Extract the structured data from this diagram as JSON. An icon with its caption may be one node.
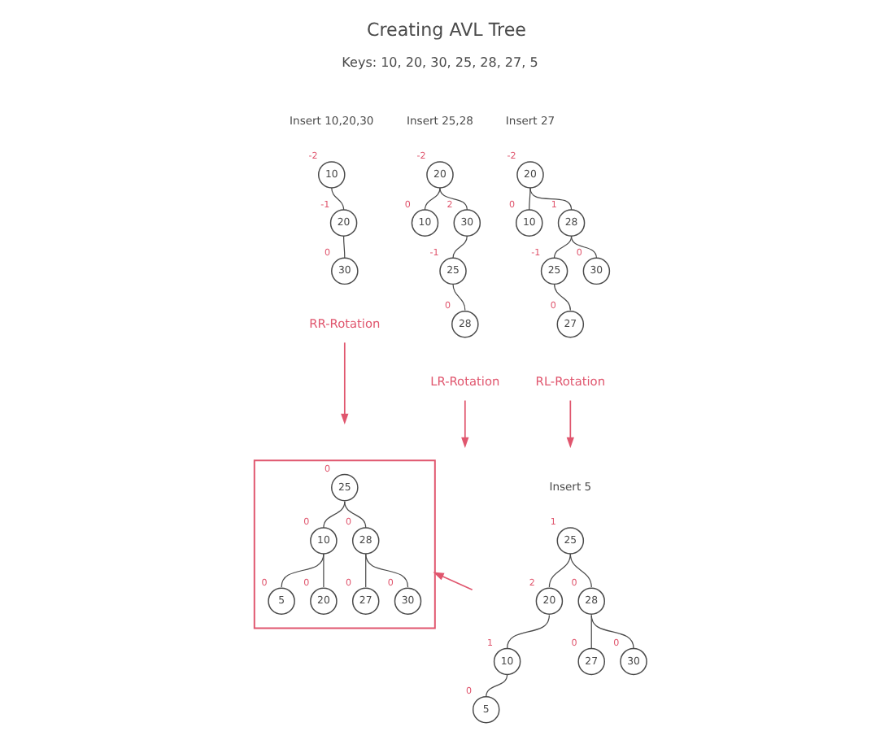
{
  "diagram": {
    "title": "Creating AVL Tree",
    "nodes": [
      {
        "text": [
          "10"
        ],
        "beside": [
          "-2"
        ]
      },
      {
        "text": [
          "20"
        ],
        "beside": [
          "-1"
        ]
      },
      {
        "text": [
          "30"
        ],
        "beside": [
          "0"
        ]
      },
      {
        "text": [
          "20"
        ],
        "beside": [
          "-2"
        ]
      },
      {
        "text": [
          "10"
        ],
        "beside": [
          "0"
        ]
      },
      {
        "text": [
          "30"
        ],
        "beside": [
          "2"
        ]
      },
      {
        "text": [
          "25"
        ],
        "beside": [
          "-1"
        ]
      },
      {
        "text": [
          "28"
        ],
        "beside": [
          "0"
        ]
      },
      {
        "text": [
          "20"
        ],
        "beside": [
          "-2"
        ]
      },
      {
        "text": [
          "10"
        ],
        "beside": [
          "0"
        ]
      },
      {
        "text": [
          "28"
        ],
        "beside": [
          "1"
        ]
      },
      {
        "text": [
          "25"
        ],
        "beside": [
          "-1"
        ]
      },
      {
        "text": [
          "30"
        ],
        "beside": [
          "0"
        ]
      },
      {
        "text": [
          "27"
        ],
        "beside": [
          "0"
        ]
      },
      {
        "text": [
          "RR-Rotation"
        ]
      },
      {
        "text": [
          "LR-Rotation"
        ]
      },
      {
        "text": [
          "RL-Rotation"
        ]
      },
      {
        "text": [],
        "shape": "box"
      },
      {
        "text": [
          "25"
        ],
        "in": 17,
        "beside": [
          "0"
        ]
      },
      {
        "text": [
          "10"
        ],
        "in": 17,
        "beside": [
          "0"
        ]
      },
      {
        "text": [
          "28"
        ],
        "in": 17,
        "beside": [
          "0"
        ]
      },
      {
        "text": [
          "5"
        ],
        "in": 17,
        "beside": [
          "0"
        ]
      },
      {
        "text": [
          "20"
        ],
        "in": 17,
        "beside": [
          "0"
        ]
      },
      {
        "text": [
          "27"
        ],
        "in": 17,
        "beside": [
          "0"
        ]
      },
      {
        "text": [
          "30"
        ],
        "in": 17,
        "beside": [
          "0"
        ]
      },
      {
        "text": [
          "25"
        ],
        "beside": [
          "1"
        ]
      },
      {
        "text": [
          "20"
        ],
        "beside": [
          "2"
        ]
      },
      {
        "text": [
          "28"
        ],
        "beside": [
          "0"
        ]
      },
      {
        "text": [
          "10"
        ],
        "beside": [
          "1"
        ]
      },
      {
        "text": [
          "27"
        ],
        "beside": [
          "0"
        ]
      },
      {
        "text": [
          "30"
        ],
        "beside": [
          "0"
        ]
      },
      {
        "text": [
          "5"
        ],
        "beside": [
          "0"
        ]
      }
    ],
    "edges": [
      {
        "from": 0,
        "to": 1,
        "arrow": "none"
      },
      {
        "from": 1,
        "to": 2,
        "arrow": "none"
      },
      {
        "from": 3,
        "to": 4,
        "arrow": "none"
      },
      {
        "from": 3,
        "to": 5,
        "arrow": "none"
      },
      {
        "from": 5,
        "to": 6,
        "arrow": "none"
      },
      {
        "from": 6,
        "to": 7,
        "arrow": "none"
      },
      {
        "from": 8,
        "to": 9,
        "arrow": "none"
      },
      {
        "from": 8,
        "to": 10,
        "arrow": "none"
      },
      {
        "from": 10,
        "to": 11,
        "arrow": "none"
      },
      {
        "from": 10,
        "to": 12,
        "arrow": "none"
      },
      {
        "from": 11,
        "to": 13,
        "arrow": "none"
      },
      {
        "from": 14,
        "to": null,
        "arrow": "to",
        "color": "#e0566e"
      },
      {
        "from": 15,
        "to": null,
        "arrow": "to",
        "color": "#e0566e"
      },
      {
        "from": 16,
        "to": null,
        "arrow": "to",
        "color": "#e0566e"
      },
      {
        "from": 18,
        "to": 19,
        "arrow": "none"
      },
      {
        "from": 18,
        "to": 20,
        "arrow": "none"
      },
      {
        "from": 19,
        "to": 21,
        "arrow": "none"
      },
      {
        "from": 19,
        "to": 22,
        "arrow": "none"
      },
      {
        "from": 20,
        "to": 23,
        "arrow": "none"
      },
      {
        "from": 20,
        "to": 24,
        "arrow": "none"
      },
      {
        "from": 25,
        "to": 26,
        "arrow": "none"
      },
      {
        "from": 25,
        "to": 27,
        "arrow": "none"
      },
      {
        "from": 26,
        "to": 28,
        "arrow": "none"
      },
      {
        "from": 28,
        "to": 31,
        "arrow": "none"
      },
      {
        "from": 27,
        "to": 29,
        "arrow": "none"
      },
      {
        "from": 27,
        "to": 30,
        "arrow": "none"
      },
      {
        "from": null,
        "to": 17,
        "arrow": "to",
        "color": "#e0566e"
      }
    ],
    "labels": [
      "Keys: 10, 20, 30, 25, 28, 27, 5",
      "Insert 10,20,30",
      "Insert 25,28",
      "Insert 27",
      "Insert 5"
    ]
  }
}
